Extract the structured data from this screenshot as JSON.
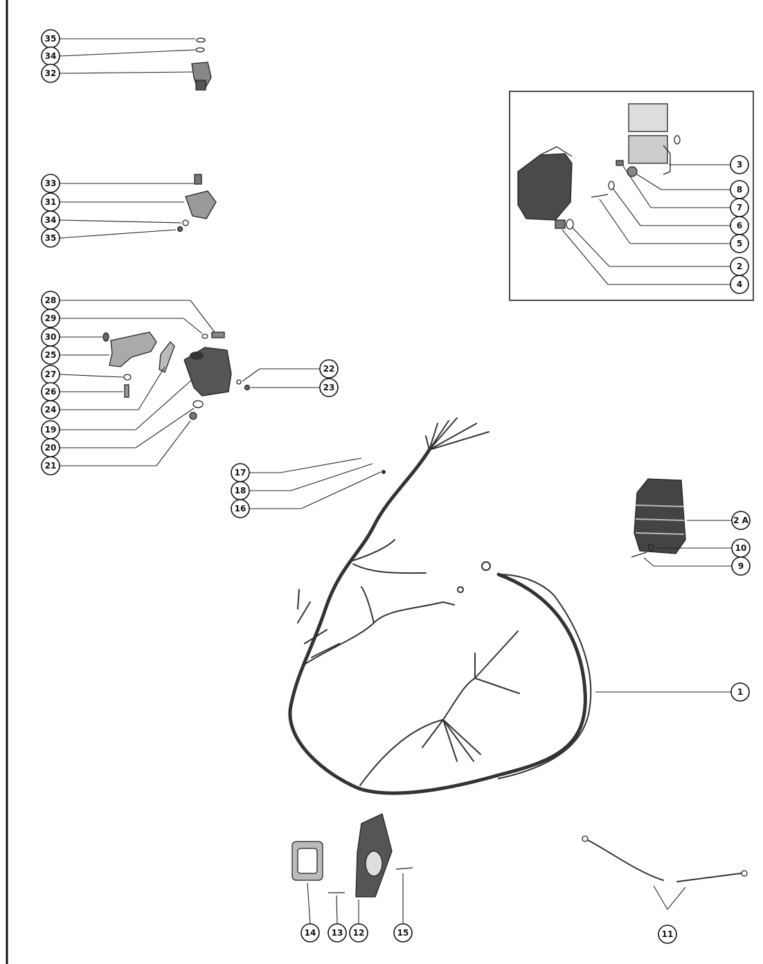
{
  "diagram": {
    "callouts": {
      "c35a": "35",
      "c34a": "34",
      "c32": "32",
      "c33": "33",
      "c31": "31",
      "c34b": "34",
      "c35b": "35",
      "c28": "28",
      "c29": "29",
      "c30": "30",
      "c25": "25",
      "c27": "27",
      "c26": "26",
      "c24": "24",
      "c19": "19",
      "c20": "20",
      "c21": "21",
      "c22": "22",
      "c23": "23",
      "c17": "17",
      "c18": "18",
      "c16": "16",
      "c3": "3",
      "c8": "8",
      "c7": "7",
      "c6": "6",
      "c5": "5",
      "c2": "2",
      "c4": "4",
      "c2A": "2 A",
      "c10": "10",
      "c9": "9",
      "c1": "1",
      "c14": "14",
      "c13": "13",
      "c12": "12",
      "c15": "15",
      "c11": "11"
    },
    "parts": {
      "p32": "terminal-stud-icon",
      "p31": "terminal-block-icon",
      "p19": "solenoid-icon",
      "p25": "mounting-bracket-icon",
      "p2": "rectifier-icon",
      "p2A": "rectifier-finned-icon",
      "p1": "wiring-harness-icon",
      "p14": "grommet-icon",
      "p12": "retainer-plate-icon",
      "p11": "ground-strap-icon"
    }
  }
}
